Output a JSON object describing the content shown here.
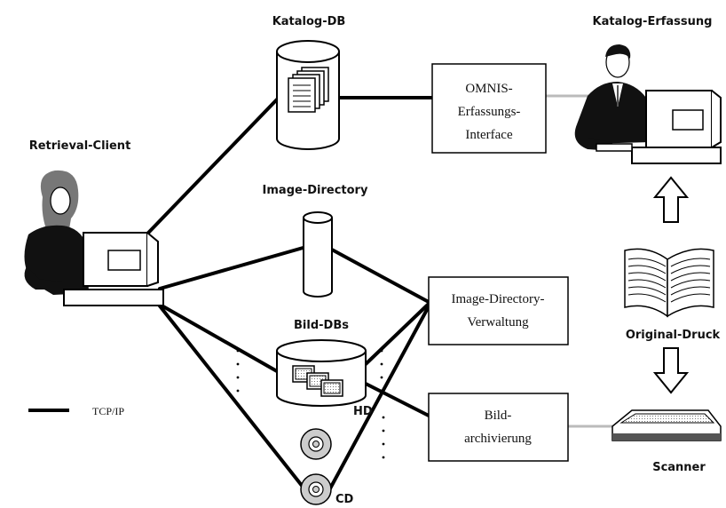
{
  "nodes": {
    "katalog_db": "Katalog-DB",
    "katalog_erfassung": "Katalog-Erfassung",
    "retrieval_client": "Retrieval-Client",
    "image_directory": "Image-Directory",
    "bild_dbs": "Bild-DBs",
    "original_druck": "Original-Druck",
    "scanner": "Scanner",
    "hd": "HD",
    "cd": "CD"
  },
  "boxes": {
    "omnis": [
      "OMNIS-",
      "Erfassungs-",
      "Interface"
    ],
    "image_dir_verwaltung": [
      "Image-Directory-",
      "Verwaltung"
    ],
    "bildarchivierung": [
      "Bild-",
      "archivierung"
    ]
  },
  "legend": {
    "label": "TCP/IP"
  }
}
